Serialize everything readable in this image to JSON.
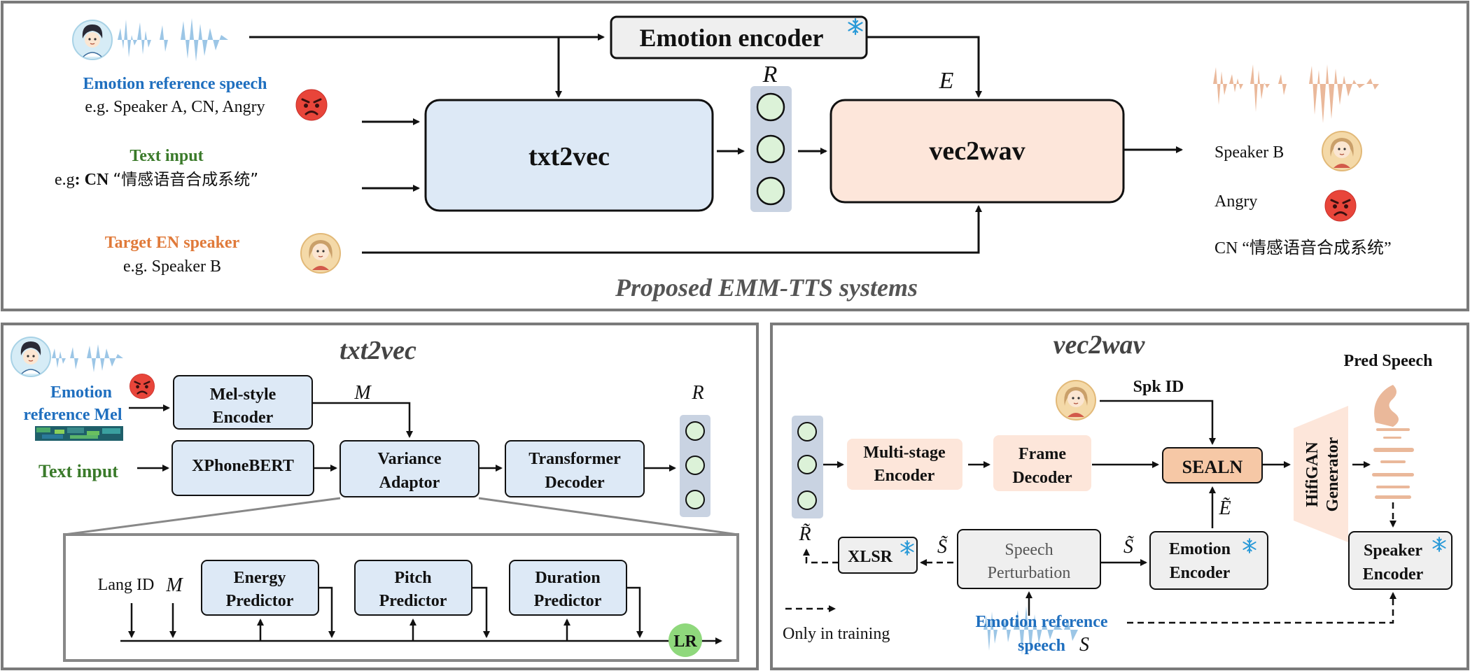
{
  "top": {
    "emotion_encoder": "Emotion encoder",
    "ref_speech_label": "Emotion reference speech",
    "ref_speech_example": "e.g. Speaker A, CN, Angry",
    "text_input_label": "Text input",
    "text_input_prefix": "e.g",
    "text_input_colon": ": CN",
    "text_input_content": "“情感语音合成系统”",
    "target_speaker_label": "Target EN speaker",
    "target_speaker_example": "e.g. Speaker B",
    "txt2vec": "txt2vec",
    "vec2wav": "vec2wav",
    "r_symbol": "R",
    "e_symbol": "E",
    "out_speaker": "Speaker B",
    "out_emotion": "Angry",
    "out_text": "CN “情感语音合成系统”",
    "caption": "Proposed EMM-TTS systems"
  },
  "txt2vec_panel": {
    "title": "txt2vec",
    "emotion_ref_line1": "Emotion",
    "emotion_ref_line2": "reference Mel",
    "text_input": "Text input",
    "mel_encoder_line1": "Mel-style",
    "mel_encoder_line2": "Encoder",
    "xphonebert": "XPhoneBERT",
    "variance_line1": "Variance",
    "variance_line2": "Adaptor",
    "transformer_line1": "Transformer",
    "transformer_line2": "Decoder",
    "m_symbol": "M",
    "r_symbol": "R",
    "lang_id": "Lang ID",
    "m_symbol2": "M",
    "energy_line1": "Energy",
    "energy_line2": "Predictor",
    "pitch_line1": "Pitch",
    "pitch_line2": "Predictor",
    "duration_line1": "Duration",
    "duration_line2": "Predictor",
    "lr": "LR"
  },
  "vec2wav_panel": {
    "title": "vec2wav",
    "pred_speech": "Pred Speech",
    "spk_id": "Spk ID",
    "multistage_line1": "Multi-stage",
    "multistage_line2": "Encoder",
    "frame_line1": "Frame",
    "frame_line2": "Decoder",
    "sealn": "SEALN",
    "hifigan_line1": "HifiGAN",
    "hifigan_line2": "Generator",
    "xlsr": "XLSR",
    "speech_pert_line1": "Speech",
    "speech_pert_line2": "Perturbation",
    "emotion_enc_line1": "Emotion",
    "emotion_enc_line2": "Encoder",
    "speaker_enc_line1": "Speaker",
    "speaker_enc_line2": "Encoder",
    "r_tilde": "R̃",
    "s_tilde_left": "S̃",
    "s_tilde_right": "S̃",
    "e_tilde": "Ẽ",
    "only_training": "Only in training",
    "emotion_ref_line1": "Emotion reference",
    "emotion_ref_line2": "speech",
    "s_symbol": "S"
  },
  "colors": {
    "blue_box": "#dde9f6",
    "peach_box": "#fde6da",
    "orange_box": "#f6c8a6",
    "grey_box": "#efefef",
    "vec_bg": "#c9d3e2",
    "vec_dot": "#dcf2d8",
    "lr_green": "#8fd87c",
    "label_blue": "#1f6fbf",
    "label_green": "#3a7a2a",
    "label_orange": "#e07a3a"
  },
  "icons": [
    "avatar-boy-icon",
    "avatar-girl-icon",
    "angry-emoji-icon",
    "snowflake-icon",
    "waveform-icon",
    "mel-spectrogram-icon"
  ]
}
